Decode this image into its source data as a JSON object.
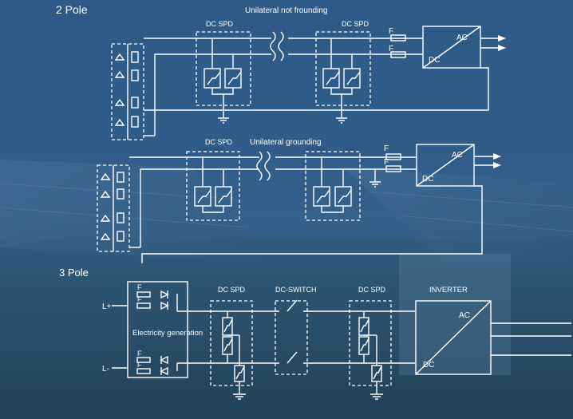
{
  "sections": {
    "two_pole": "2 Pole",
    "three_pole": "3 Pole"
  },
  "diagram1": {
    "title": "Unilateral not frounding",
    "spd_left": "DC SPD",
    "spd_right": "DC SPD",
    "fuse_top": "F",
    "fuse_bottom": "F",
    "inv_ac": "AC",
    "inv_dc": "DC"
  },
  "diagram2": {
    "title": "Unilateral grounding",
    "spd_left": "DC SPD",
    "fuse_top": "F",
    "fuse_bottom": "F",
    "inv_ac": "AC",
    "inv_dc": "DC"
  },
  "diagram3": {
    "gen_label": "Electricity generation",
    "l_plus": "L+",
    "l_minus": "L-",
    "f1": "F",
    "f2": "F",
    "f3": "F",
    "f4": "F",
    "spd1": "DC SPD",
    "switch": "DC-SWITCH",
    "spd2": "DC SPD",
    "inverter": "INVERTER",
    "inv_ac": "AC",
    "inv_dc": "DC"
  },
  "colors": {
    "background": "#2d5a86",
    "line": "#ffffff"
  }
}
